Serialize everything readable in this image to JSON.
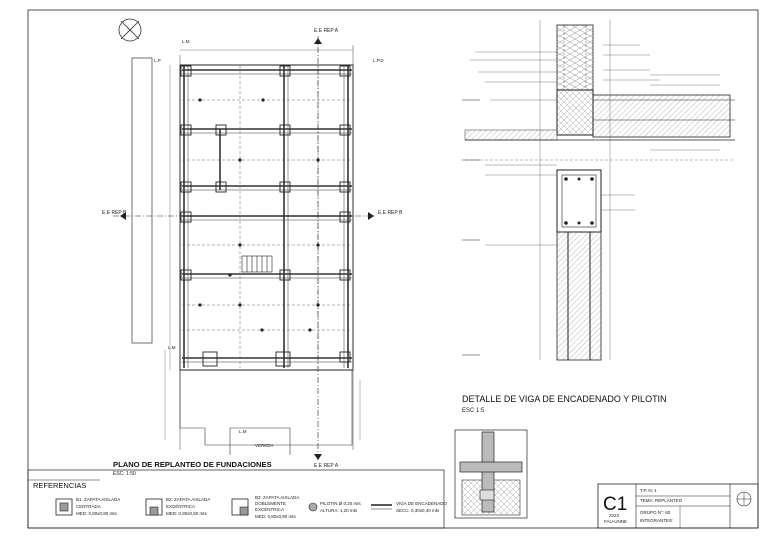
{
  "sheet": {
    "plan_title": "PLANO DE REPLANTEO DE FUNDACIONES",
    "plan_scale": "ESC: 1:50",
    "detail_title": "DETALLE DE VIGA DE ENCADENADO Y PILOTIN",
    "detail_scale": "ESC 1:5",
    "vereda_label": "VEREDA"
  },
  "cut_markers": {
    "top": "E.E REP A",
    "bottom": "E.E REP A",
    "left": "E.E REP B",
    "right": "E.E REP B"
  },
  "axis_labels": {
    "lm_top": "L.M",
    "lp_left": "L.P",
    "lp_right": "L.P.D",
    "lm_bottom": "L.M",
    "lm_side": "L.M"
  },
  "references": {
    "title": "REFERENCIAS",
    "items": [
      {
        "code": "B1",
        "line1": "B1: ZAPATA AISLADA",
        "line2": "CENTRADA",
        "line3": "MED: 0,80x0,80 mts"
      },
      {
        "code": "B2",
        "line1": "B2: ZAPATA AISLADA",
        "line2": "EXCÉNTRICA",
        "line3": "MED: 0,80x0,80 mts"
      },
      {
        "code": "B3",
        "line1": "B3: ZAPATA AISLADA",
        "line2": "DOBLEMENTE",
        "line3": "EXCÉNTRICA",
        "line4": "MED: 0,80x0,80 mts"
      },
      {
        "code": "P",
        "line1": "PILOTIN Ø 0,20 mts",
        "line2": "ALTURA: 1,20 mts"
      },
      {
        "code": "V",
        "line1": "VIGA DE ENCADENADO",
        "line2": "SECC: 0,30x0,40 mts"
      }
    ]
  },
  "title_block": {
    "sheet_code": "C1",
    "year": "2023",
    "school": "FAU-UNNE",
    "tp": "T.P. N: 1",
    "tema": "TEMA: REPLANTEO",
    "grupo": "GRUPO N°: 60",
    "integrantes": "INTEGRANTES:"
  },
  "colors": {
    "line": "#222222",
    "hatch": "#777777",
    "paper": "#ffffff"
  }
}
